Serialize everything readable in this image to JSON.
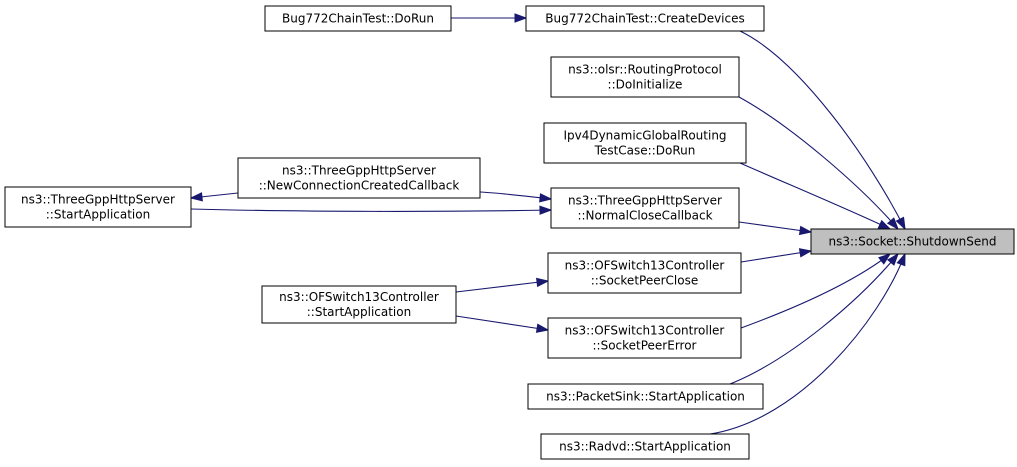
{
  "colors": {
    "edge": "#191970",
    "node_fill": "#ffffff",
    "focus_fill": "#bfbfbf",
    "border": "#000000"
  },
  "nodes": {
    "shutdown_send": {
      "lines": [
        "ns3::Socket::ShutdownSend"
      ],
      "focus": true
    },
    "create_devices": {
      "lines": [
        "Bug772ChainTest::CreateDevices"
      ]
    },
    "bug772_dorun": {
      "lines": [
        "Bug772ChainTest::DoRun"
      ]
    },
    "olsr_doinit": {
      "lines": [
        "ns3::olsr::RoutingProtocol",
        "::DoInitialize"
      ]
    },
    "ipv4_dyn_dorun": {
      "lines": [
        "Ipv4DynamicGlobalRouting",
        "TestCase::DoRun"
      ]
    },
    "normal_close": {
      "lines": [
        "ns3::ThreeGppHttpServer",
        "::NormalCloseCallback"
      ]
    },
    "new_conn": {
      "lines": [
        "ns3::ThreeGppHttpServer",
        "::NewConnectionCreatedCallback"
      ]
    },
    "http_start": {
      "lines": [
        "ns3::ThreeGppHttpServer",
        "::StartApplication"
      ]
    },
    "peer_close": {
      "lines": [
        "ns3::OFSwitch13Controller",
        "::SocketPeerClose"
      ]
    },
    "peer_error": {
      "lines": [
        "ns3::OFSwitch13Controller",
        "::SocketPeerError"
      ]
    },
    "of_start": {
      "lines": [
        "ns3::OFSwitch13Controller",
        "::StartApplication"
      ]
    },
    "packetsink_start": {
      "lines": [
        "ns3::PacketSink::StartApplication"
      ]
    },
    "radvd_start": {
      "lines": [
        "ns3::Radvd::StartApplication"
      ]
    }
  },
  "edges": [
    {
      "from": "create_devices",
      "to": "shutdown_send"
    },
    {
      "from": "bug772_dorun",
      "to": "create_devices"
    },
    {
      "from": "olsr_doinit",
      "to": "shutdown_send"
    },
    {
      "from": "ipv4_dyn_dorun",
      "to": "shutdown_send"
    },
    {
      "from": "normal_close",
      "to": "shutdown_send"
    },
    {
      "from": "new_conn",
      "to": "normal_close"
    },
    {
      "from": "new_conn",
      "to": "http_start"
    },
    {
      "from": "http_start",
      "to": "normal_close"
    },
    {
      "from": "peer_close",
      "to": "shutdown_send"
    },
    {
      "from": "of_start",
      "to": "peer_close"
    },
    {
      "from": "peer_error",
      "to": "shutdown_send"
    },
    {
      "from": "of_start",
      "to": "peer_error"
    },
    {
      "from": "packetsink_start",
      "to": "shutdown_send"
    },
    {
      "from": "radvd_start",
      "to": "shutdown_send"
    }
  ]
}
